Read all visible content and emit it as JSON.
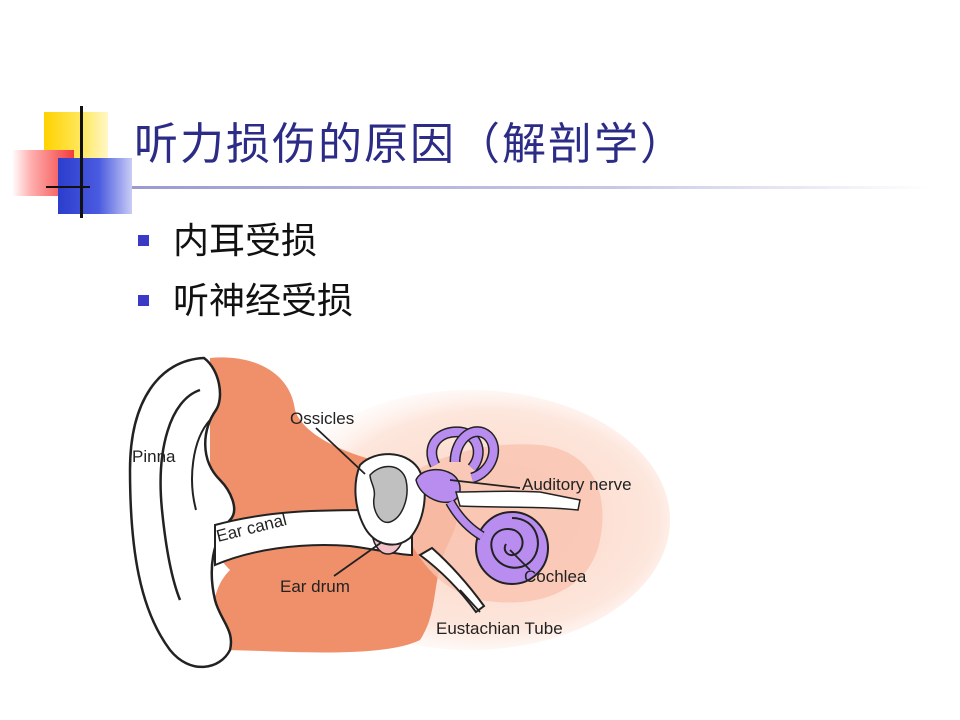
{
  "slide": {
    "title": "听力损伤的原因（解剖学）",
    "bullets": [
      "内耳受损",
      "听神经受损"
    ]
  },
  "diagram": {
    "labels": {
      "pinna": "Pinna",
      "ossicles": "Ossicles",
      "auditory_nerve": "Auditory nerve",
      "ear_canal": "Ear canal",
      "cochlea": "Cochlea",
      "ear_drum": "Ear drum",
      "eustachian_tube": "Eustachian Tube"
    },
    "colors": {
      "tissue": "#f0906a",
      "tissue_light": "#fcd8c8",
      "inner_ear": "#b98cf0",
      "ossicles": "#c0c0c0",
      "ear_drum": "#f4c0c8"
    }
  },
  "colors": {
    "title": "#2c2c86",
    "bullet": "#3a3ac6"
  }
}
